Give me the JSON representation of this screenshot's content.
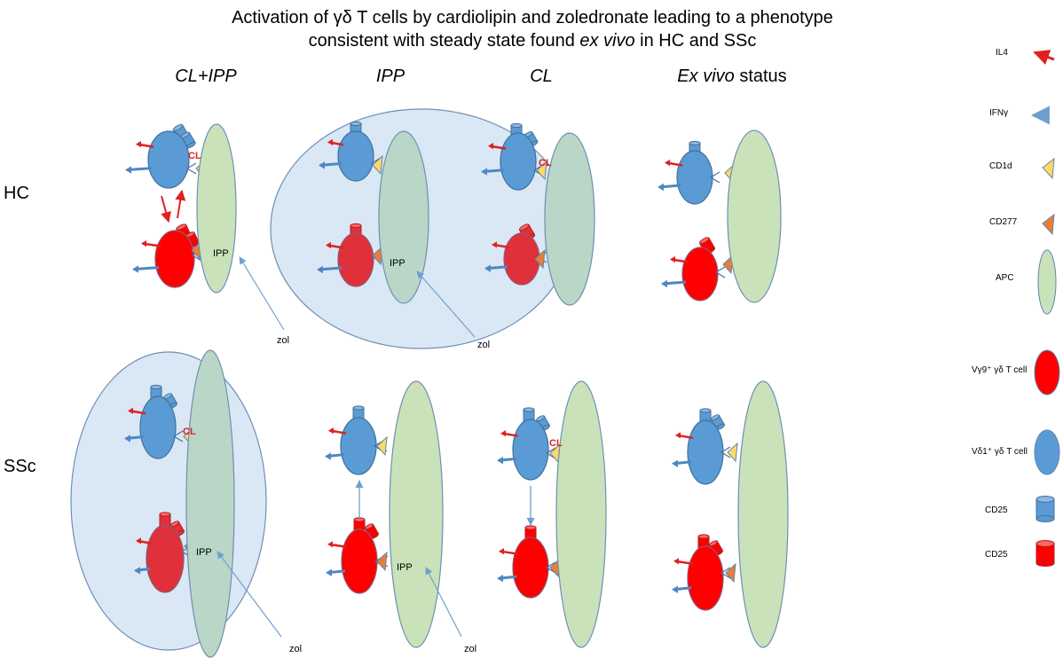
{
  "title": {
    "line1": "Activation of γδ T cells by cardiolipin and zoledronate leading to a phenotype",
    "line2_pre": "consistent with steady state found ",
    "line2_em": "ex vivo",
    "line2_post": " in HC and SSc"
  },
  "columns": [
    {
      "label": "CL+IPP"
    },
    {
      "label": "IPP"
    },
    {
      "label": "CL"
    },
    {
      "label_em": "Ex vivo",
      "label_rest": " status"
    }
  ],
  "rows": [
    "HC",
    "SSc"
  ],
  "labels": {
    "cl": "CL",
    "ipp": "IPP",
    "zol": "zol"
  },
  "legend": [
    {
      "label": "IL4",
      "icon": "red-arrow-icon"
    },
    {
      "label": "IFNγ",
      "icon": "blue-arrow-icon"
    },
    {
      "label": "CD1d",
      "icon": "yellow-triangle-icon"
    },
    {
      "label": "CD277",
      "icon": "orange-triangle-icon"
    },
    {
      "label": "APC",
      "icon": "green-ellipse-icon"
    },
    {
      "label": "Vγ9⁺ γδ T cell",
      "icon": "red-ellipse-icon"
    },
    {
      "label": "Vδ1⁺ γδ T cell",
      "icon": "blue-ellipse-icon"
    },
    {
      "label": "CD25",
      "icon": "blue-cylinder-icon"
    },
    {
      "label": "CD25",
      "icon": "red-cylinder-icon"
    }
  ],
  "colors": {
    "blue_cell": "#5b9bd5",
    "red_cell": "#ff0000",
    "apc": "#c9e2b9",
    "bubble": "#dae7f5",
    "arrow_red": "#e02020",
    "arrow_blue": "#4f87c4",
    "cd1d": "#ffd966",
    "cd277": "#ed7d31"
  }
}
